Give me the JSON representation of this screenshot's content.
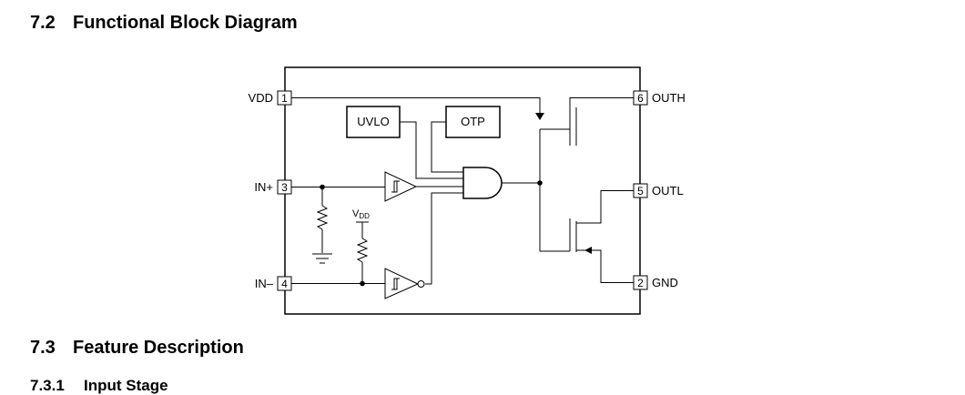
{
  "sections": {
    "block_diagram": {
      "number": "7.2",
      "title": "Functional Block Diagram"
    },
    "feature": {
      "number": "7.3",
      "title": "Feature Description"
    },
    "input_stage": {
      "number": "7.3.1",
      "title": "Input Stage"
    }
  },
  "diagram": {
    "blocks": {
      "uvlo": "UVLO",
      "otp": "OTP"
    },
    "supply_label": {
      "main": "V",
      "sub": "DD"
    },
    "pins": [
      {
        "number": "1",
        "name": "VDD"
      },
      {
        "number": "3",
        "name": "IN+"
      },
      {
        "number": "4",
        "name": "IN–"
      },
      {
        "number": "6",
        "name": "OUTH"
      },
      {
        "number": "5",
        "name": "OUTL"
      },
      {
        "number": "2",
        "name": "GND"
      }
    ]
  }
}
